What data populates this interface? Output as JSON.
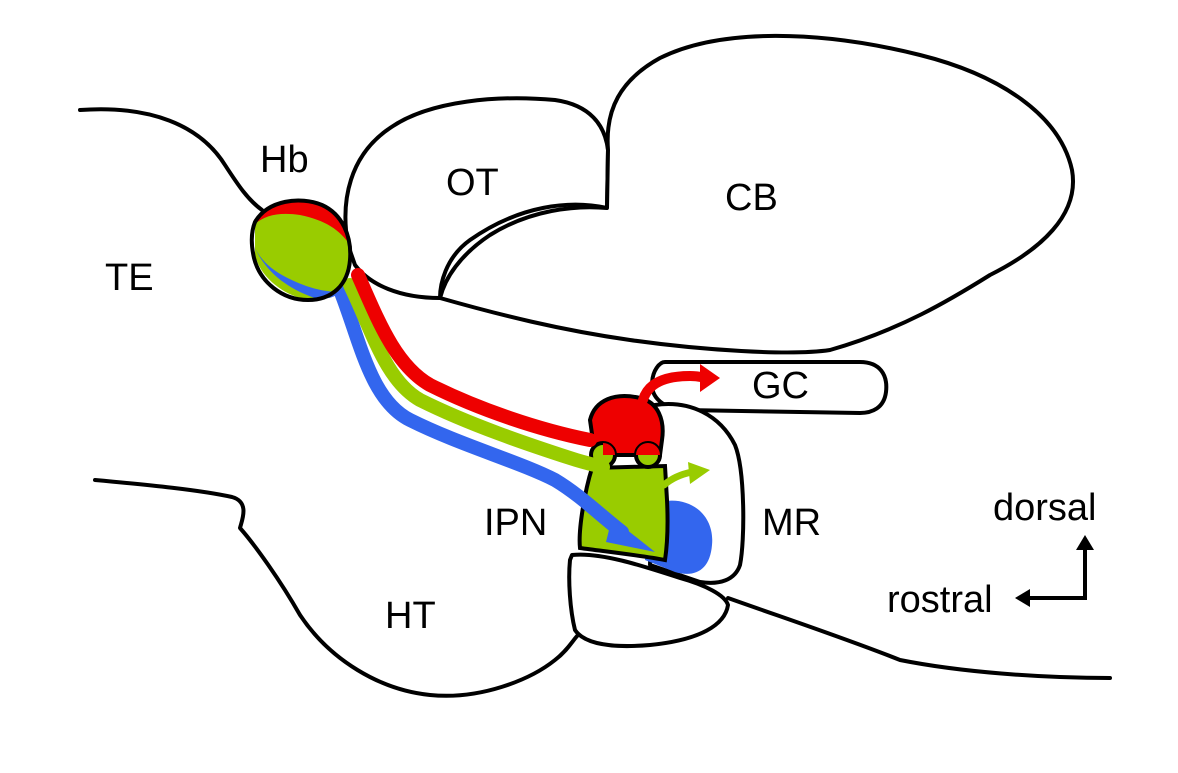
{
  "regions": {
    "te": "TE",
    "hb": "Hb",
    "ot": "OT",
    "cb": "CB",
    "gc": "GC",
    "ipn": "IPN",
    "mr": "MR",
    "ht": "HT"
  },
  "orientation": {
    "dorsal": "dorsal",
    "rostral": "rostral"
  },
  "colors": {
    "red": "#ee0000",
    "green": "#99cc00",
    "blue": "#3366ee",
    "outline": "#000000"
  }
}
